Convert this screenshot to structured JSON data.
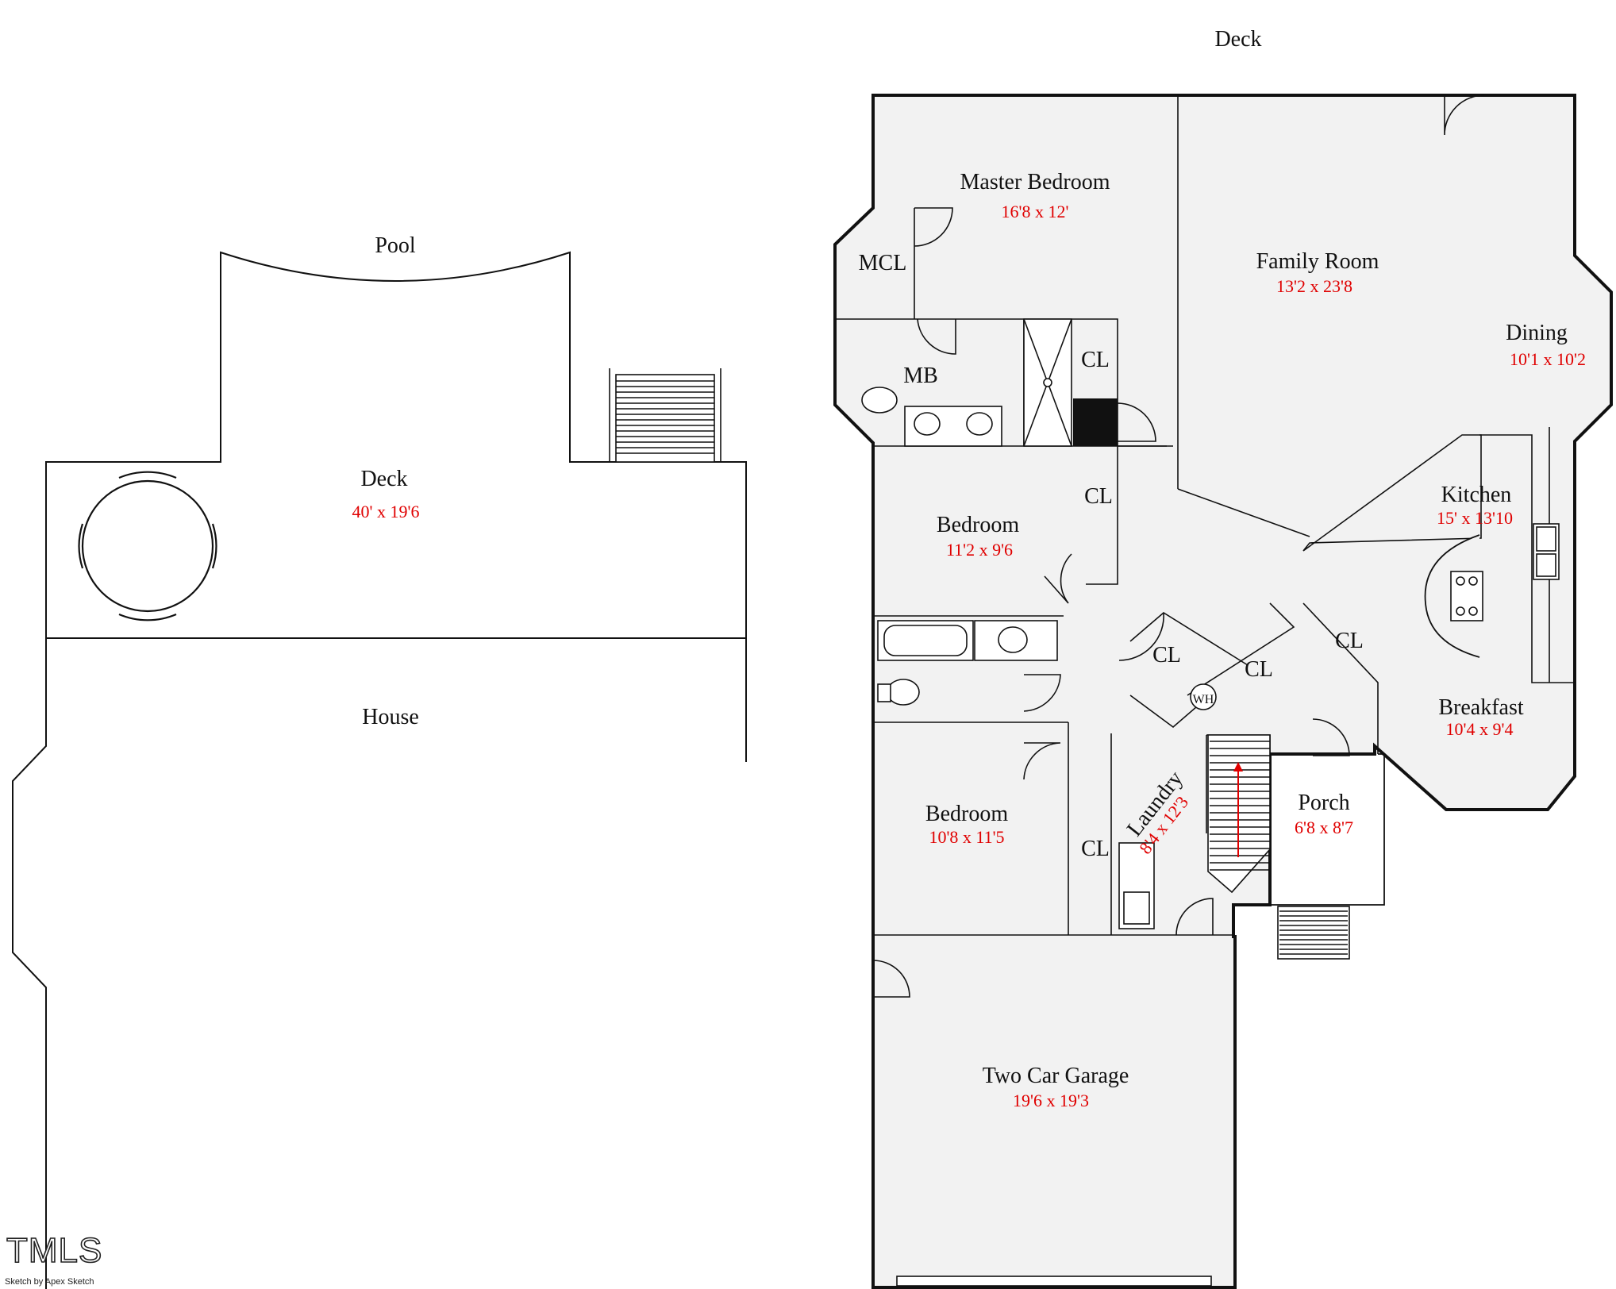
{
  "outdoor": {
    "pool": "Pool",
    "deck_left": {
      "name": "Deck",
      "size": "40' x 19'6"
    },
    "house": "House",
    "deck_top": "Deck"
  },
  "rooms": {
    "master_bedroom": {
      "name": "Master Bedroom",
      "size": "16'8 x 12'"
    },
    "mcl": "MCL",
    "mb": "MB",
    "family_room": {
      "name": "Family Room",
      "size": "13'2 x 23'8"
    },
    "dining": {
      "name": "Dining",
      "size": "10'1 x 10'2"
    },
    "kitchen": {
      "name": "Kitchen",
      "size": "15' x 13'10"
    },
    "breakfast": {
      "name": "Breakfast",
      "size": "10'4 x 9'4"
    },
    "bedroom_1": {
      "name": "Bedroom",
      "size": "11'2 x 9'6"
    },
    "bedroom_2": {
      "name": "Bedroom",
      "size": "10'8 x 11'5"
    },
    "laundry": {
      "name": "Laundry",
      "size": "8'4 x 12'3"
    },
    "porch": {
      "name": "Porch",
      "size": "6'8 x 8'7"
    },
    "garage": {
      "name": "Two Car Garage",
      "size": "19'6 x 19'3"
    },
    "wh": "WH"
  },
  "closets": [
    "CL",
    "CL",
    "CL",
    "CL",
    "CL",
    "CL"
  ],
  "footer": {
    "logo": "TMLS",
    "credit": "Sketch by Apex Sketch"
  }
}
